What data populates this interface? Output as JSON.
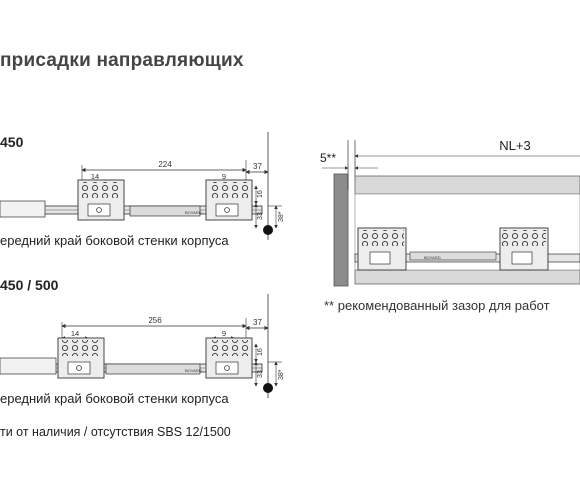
{
  "heading": "присадки направляющих",
  "section_top": {
    "label": "450",
    "dim_224": "224",
    "dim_37": "37",
    "dim_14": "14",
    "dim_9": "9",
    "dim_16": "16",
    "dim_33": "33",
    "dim_38": "38*",
    "caption": "ередний край боковой стенки корпуса"
  },
  "section_bottom": {
    "label": "450 / 500",
    "dim_256": "256",
    "dim_37": "37",
    "dim_14": "14",
    "dim_9": "9",
    "dim_16": "16",
    "dim_33": "33",
    "dim_38": "38*",
    "caption": "ередний край боковой стенки корпуса"
  },
  "footnote_sbs": "ти от наличия / отсутствия SBS 12/1500",
  "side_view": {
    "dim_5": "5**",
    "dim_nl": "NL+3",
    "note": "** рекомендованный зазор для работ"
  },
  "brand_text": "BOYARD"
}
